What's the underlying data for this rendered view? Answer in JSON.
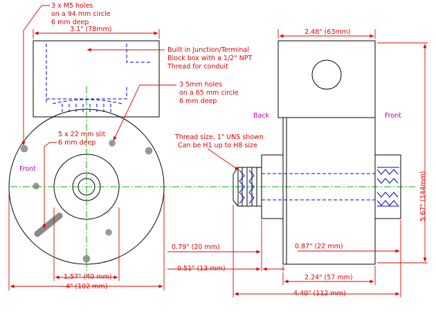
{
  "notes": {
    "m5_holes": [
      "3 x M5 holes",
      "on a 94 mm circle",
      "6 mm deep"
    ],
    "junction_box": [
      "Built in Junction/Terminal",
      "Block box with a 1/2\" NPT",
      "Thread for conduit"
    ],
    "holes_5mm": [
      "3   5mm holes",
      "on a 65 mm circle",
      "6 mm deep"
    ],
    "slit": [
      "5 x 22 mm slit",
      "6 mm deep"
    ],
    "thread": [
      "Thread size, 1\" UNS shown",
      "Can be H1 up to H8 size"
    ]
  },
  "labels": {
    "front_left": "Front",
    "back": "Back",
    "front_right": "Front"
  },
  "dimensions": {
    "box_width": "3.1\" (78mm)",
    "side_width": "2.48\" (63mm)",
    "height": "5.67\" (144mm)",
    "face_diameter": "4\" (102 mm)",
    "hub_diameter": "1.57\" (40 mm)",
    "shaft_079": "0.79\" (20 mm)",
    "shaft_051": "0.51\" (13 mm)",
    "front_087": "0.87\" (22 mm)",
    "body_224": "2.24\" (57 mm)",
    "overall_440": "4.40\" (112 mm)"
  },
  "colors": {
    "outline": "#000000",
    "dimension": "#e00000",
    "hidden_line": "#0000d0",
    "center_line": "#00b000",
    "view_label": "#b000b0",
    "hole_fill": "#9a9a9a"
  }
}
